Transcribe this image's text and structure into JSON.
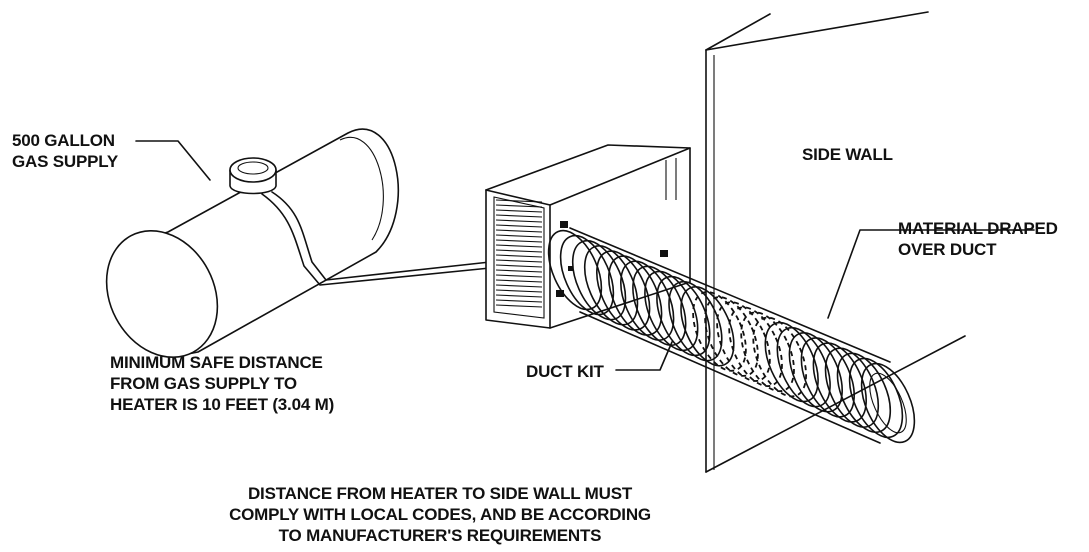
{
  "labels": {
    "gas_supply": [
      "500 GALLON",
      "GAS SUPPLY"
    ],
    "side_wall": "SIDE WALL",
    "material": [
      "MATERIAL DRAPED",
      "OVER DUCT"
    ],
    "duct_kit": "DUCT KIT",
    "min_distance": [
      "MINIMUM SAFE DISTANCE",
      "FROM GAS SUPPLY TO",
      "HEATER IS 10 FEET (3.04 M)"
    ],
    "wall_distance": [
      "DISTANCE FROM HEATER TO SIDE WALL MUST",
      "COMPLY WITH LOCAL CODES, AND BE ACCORDING",
      "TO MANUFACTURER'S REQUIREMENTS"
    ]
  }
}
